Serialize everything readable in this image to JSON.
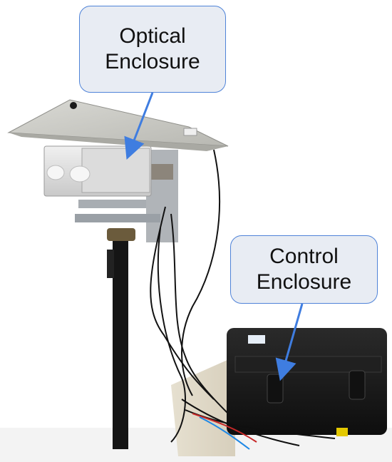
{
  "callouts": {
    "optical": {
      "line1": "Optical",
      "line2": "Enclosure"
    },
    "control": {
      "line1": "Control",
      "line2": "Enclosure"
    }
  },
  "colors": {
    "callout_fill": "#e8ecf3",
    "callout_border": "#4f83d8",
    "arrow": "#3f7de0"
  }
}
